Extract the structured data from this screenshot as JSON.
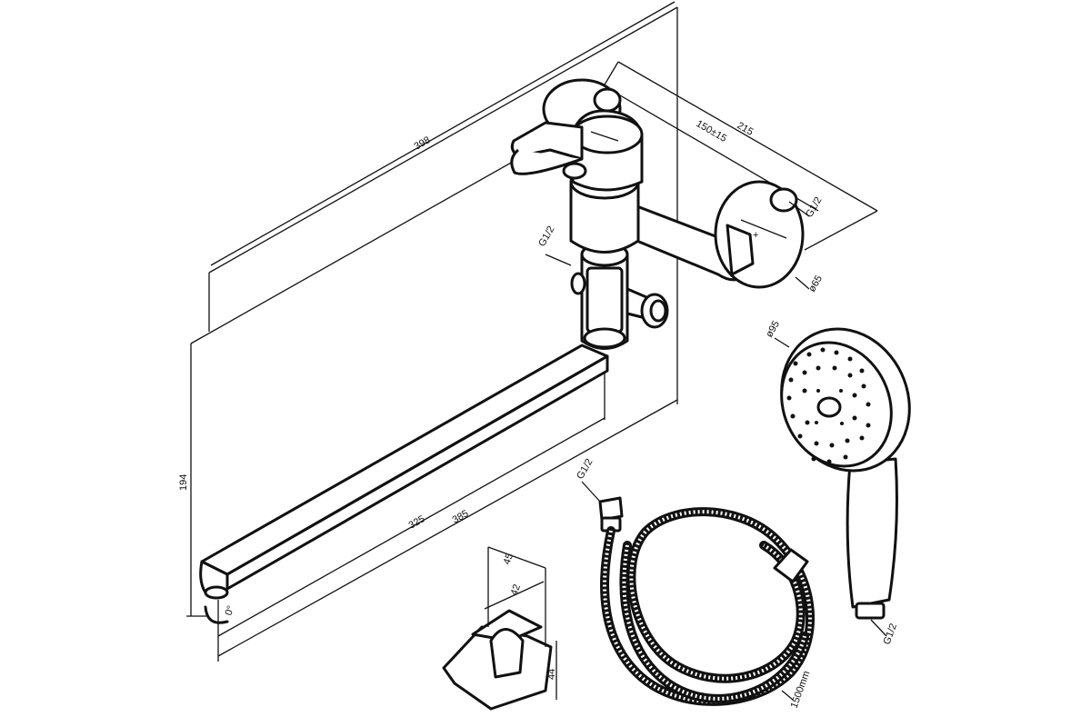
{
  "dimensions": {
    "overall_length": "398",
    "connection_width": "215",
    "connection_spacing": "150±15",
    "outlet_thread": "G1/2",
    "eccentric_diameter": "ø65",
    "side_thread": "G1/2",
    "spout_height": "194",
    "spout_length_a": "325",
    "spout_length_b": "385",
    "swivel_angle": "0°",
    "holder_width": "45",
    "holder_depth": "42",
    "holder_height": "44",
    "hose_thread": "G1/2",
    "hose_length": "1500mm",
    "head_diameter": "ø95",
    "handle_thread": "G1/2"
  }
}
